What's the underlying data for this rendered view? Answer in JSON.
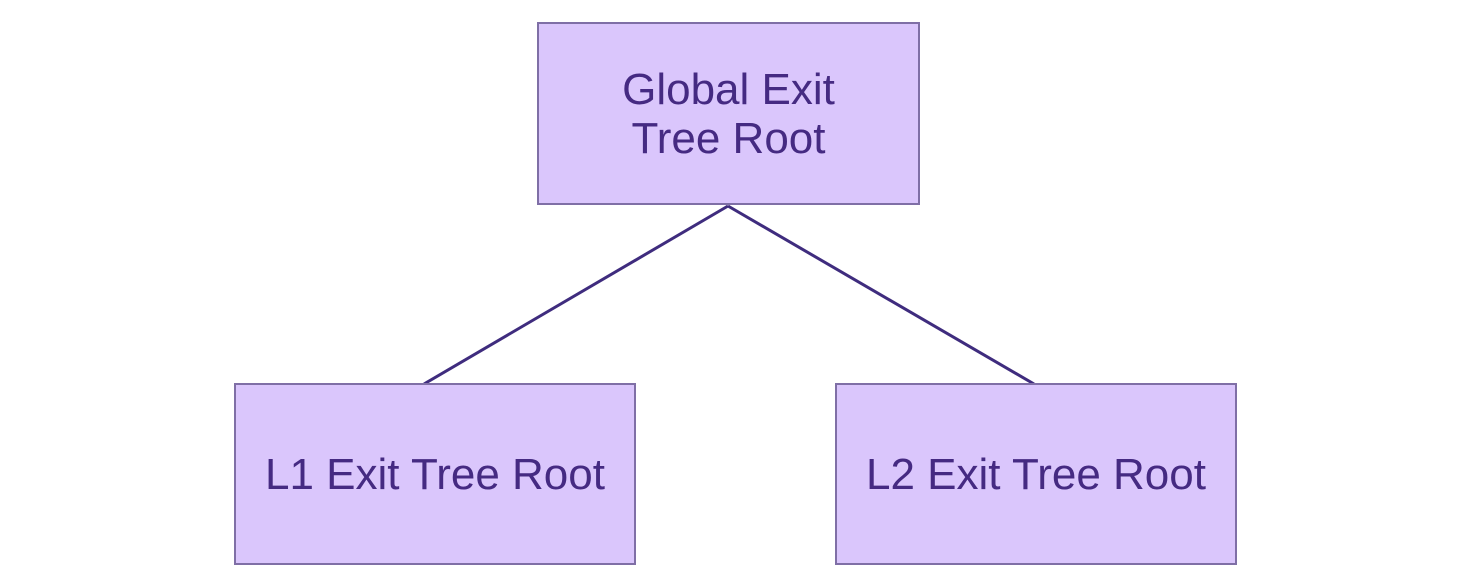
{
  "diagram": {
    "nodes": {
      "root": {
        "line1": "Global Exit",
        "line2": "Tree Root"
      },
      "l1": {
        "label": "L1 Exit Tree Root"
      },
      "l2": {
        "label": "L2 Exit Tree Root"
      }
    },
    "edges": [
      {
        "from": "root",
        "to": "l1"
      },
      {
        "from": "root",
        "to": "l2"
      }
    ],
    "colors": {
      "node_fill": "#dac6fc",
      "node_border": "#7f6fa6",
      "text": "#452a82",
      "edge": "#3f2c7e"
    }
  }
}
